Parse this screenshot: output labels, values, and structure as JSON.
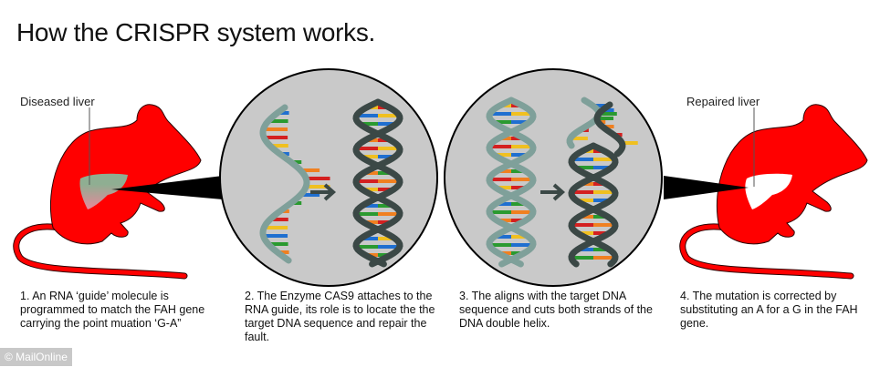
{
  "title": "How the CRISPR system works.",
  "labels": {
    "diseased": "Diseased liver",
    "repaired": "Repaired liver"
  },
  "steps": [
    "1. An RNA ‘guide’ molecule is programmed to match the FAH gene carrying the point muation ‘G-A”",
    "2. The Enzyme CAS9 attaches to the RNA guide, its role is to locate the the target DNA sequence and repair the fault.",
    "3. The aligns with the target DNA sequence and cuts both strands of the DNA double helix.",
    "4. The mutation is corrected by substituting an A for a G in the FAH gene."
  ],
  "credit": "© MailOnline",
  "colors": {
    "mouse": "#ff0000",
    "circle": "#c9c9c9",
    "strand_light": "#7fa09a",
    "strand_dark": "#3b4846",
    "diseased_liver": "#8fae92"
  }
}
